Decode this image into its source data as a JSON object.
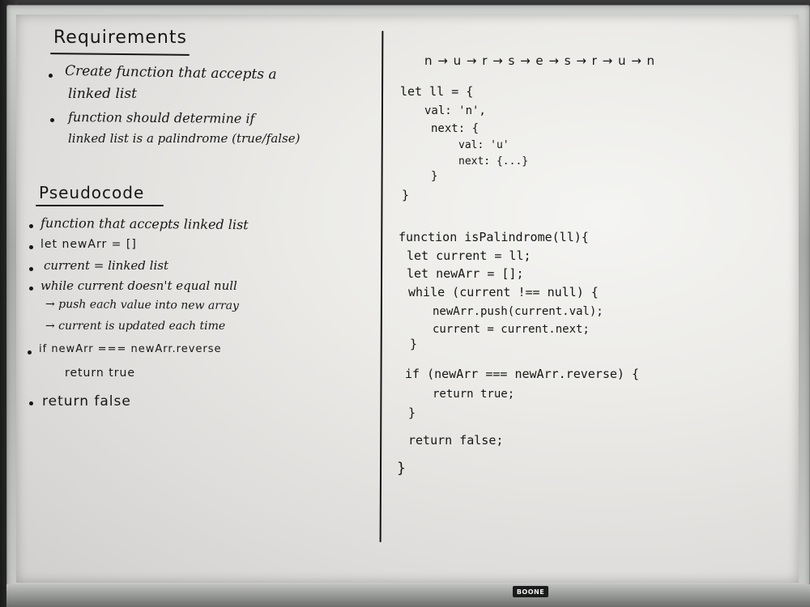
{
  "brand": "BOONE",
  "left": {
    "requirements_title": "Requirements",
    "requirements": [
      "Create function that accepts a",
      "linked list",
      "function should determine if",
      "linked list is a palindrome (true/false)"
    ],
    "pseudocode_title": "Pseudocode",
    "pseudocode": [
      "function that accepts linked list",
      "let newArr = []",
      "current = linked list",
      "while current doesn't equal null",
      "→ push each value into new array",
      "→ current is updated each time",
      "if newArr === newArr.reverse",
      "return true",
      "return false"
    ]
  },
  "right": {
    "sequence": "n → u → r → s → e → s → r → u → n",
    "ll_code": [
      "let ll = {",
      "val: 'n',",
      "next: {",
      "val: 'u'",
      "next: {...}",
      "}",
      "}"
    ],
    "fn_code": [
      "function isPalindrome(ll){",
      "let current = ll;",
      "let newArr = [];",
      "while (current !== null) {",
      "newArr.push(current.val);",
      "current = current.next;",
      "}",
      "if (newArr === newArr.reverse) {",
      "return true;",
      "}",
      "return false;",
      "}"
    ]
  }
}
